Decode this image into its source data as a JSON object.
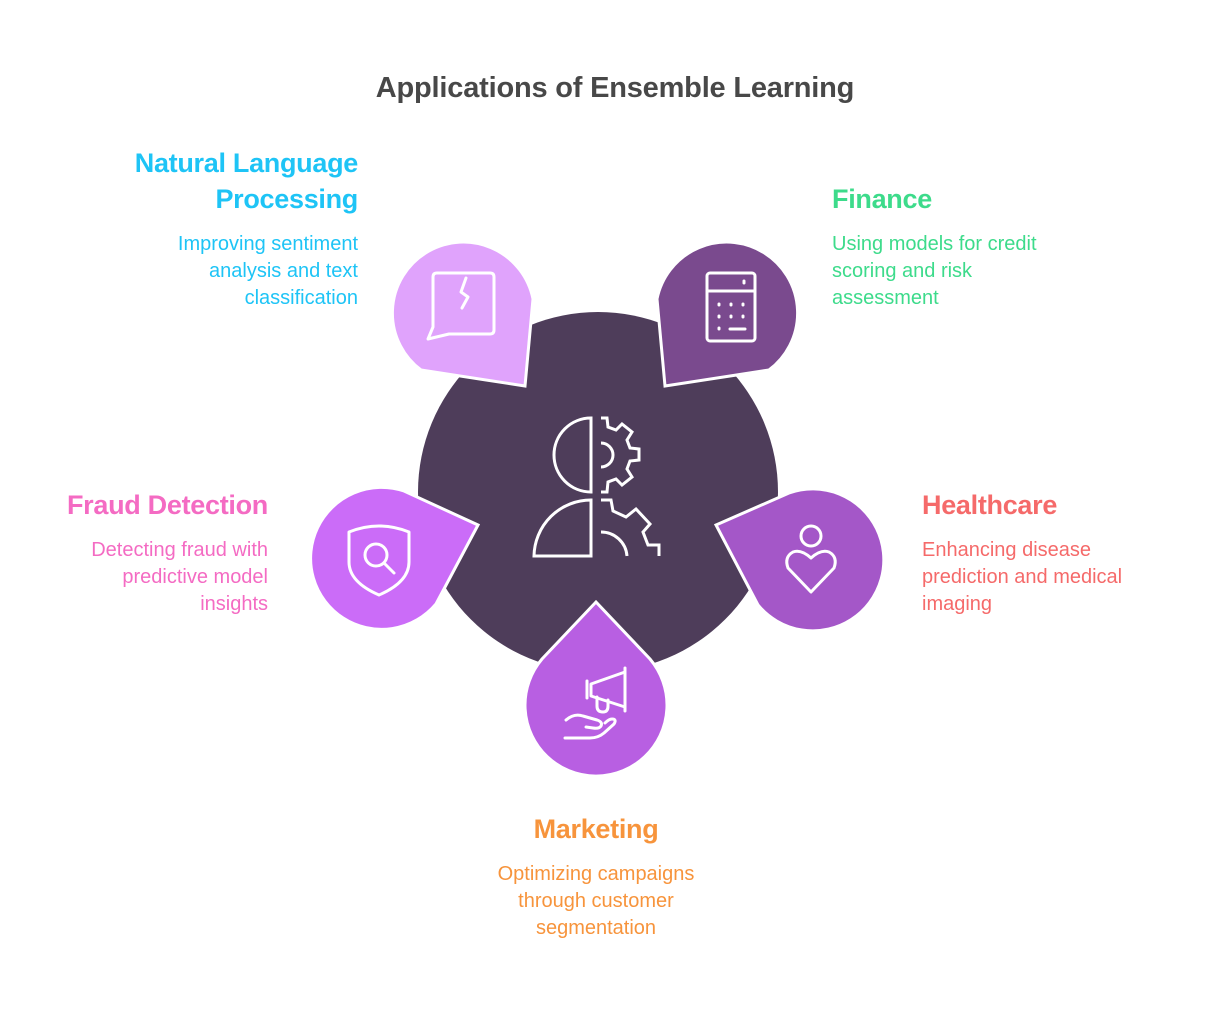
{
  "title": "Applications of Ensemble Learning",
  "colors": {
    "center": "#4E3D5A",
    "nlp": "#1EC4F6",
    "finance": "#3DDB8B",
    "fraud": "#F46BC3",
    "healthcare": "#F56A6A",
    "marketing": "#F7943C"
  },
  "center": {
    "icon": "person-gear-icon"
  },
  "items": [
    {
      "id": "nlp",
      "title": "Natural Language Processing",
      "title_lines": [
        "Natural Language",
        "Processing"
      ],
      "description_lines": [
        "Improving sentiment",
        "analysis and text",
        "classification"
      ],
      "icon": "chat-bubble-broken-icon",
      "shape_color": "#E0A3FC",
      "text_color": "#1EC4F6"
    },
    {
      "id": "finance",
      "title": "Finance",
      "title_lines": [
        "Finance"
      ],
      "description_lines": [
        "Using models for credit",
        "scoring and risk",
        "assessment"
      ],
      "icon": "calculator-icon",
      "shape_color": "#7A4A8E",
      "text_color": "#3DDB8B"
    },
    {
      "id": "fraud",
      "title": "Fraud Detection",
      "title_lines": [
        "Fraud Detection"
      ],
      "description_lines": [
        "Detecting fraud with",
        "predictive model",
        "insights"
      ],
      "icon": "shield-search-icon",
      "shape_color": "#CB6CF8",
      "text_color": "#F46BC3"
    },
    {
      "id": "healthcare",
      "title": "Healthcare",
      "title_lines": [
        "Healthcare"
      ],
      "description_lines": [
        "Enhancing disease",
        "prediction and medical",
        "imaging"
      ],
      "icon": "person-heart-icon",
      "shape_color": "#A457C8",
      "text_color": "#F56A6A"
    },
    {
      "id": "marketing",
      "title": "Marketing",
      "title_lines": [
        "Marketing"
      ],
      "description_lines": [
        "Optimizing campaigns",
        "through customer",
        "segmentation"
      ],
      "icon": "megaphone-hand-icon",
      "shape_color": "#B85FE2",
      "text_color": "#F7943C"
    }
  ]
}
